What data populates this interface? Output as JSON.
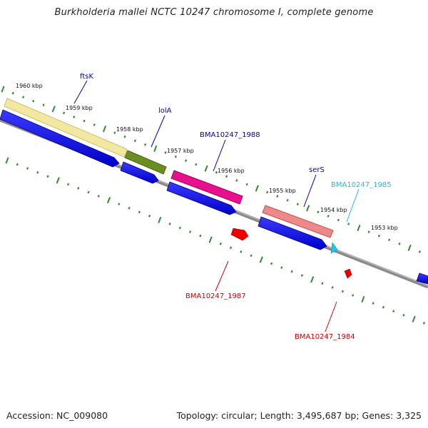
{
  "title": "Burkholderia mallei NCTC 10247 chromosome I, complete genome",
  "footer": {
    "accession": "Accession: NC_009080",
    "stats": "Topology: circular; Length: 3,495,687 bp; Genes: 3,325"
  },
  "colors": {
    "backbone": "#8c8c8c",
    "tick_major": "#2e8b2e",
    "tick_minor": "#2e8b2e",
    "cds_forward": "#0000e6",
    "feature_label_blue": "#0000aa",
    "feature_label_cyan": "#22bbdd",
    "feature_label_red": "#cc0000"
  },
  "scale_ticks": [
    {
      "label": "1960 kbp",
      "kbp": 1960
    },
    {
      "label": "1959 kbp",
      "kbp": 1959
    },
    {
      "label": "1958 kbp",
      "kbp": 1958
    },
    {
      "label": "1957 kbp",
      "kbp": 1957
    },
    {
      "label": "1956 kbp",
      "kbp": 1956
    },
    {
      "label": "1955 kbp",
      "kbp": 1955
    },
    {
      "label": "1954 kbp",
      "kbp": 1954
    },
    {
      "label": "1953 kbp",
      "kbp": 1953
    }
  ],
  "features": [
    {
      "label": "ftsK",
      "color": "#f2e8a0",
      "label_color": "#0000aa"
    },
    {
      "label": "lolA",
      "color": "#6b8e23",
      "label_color": "#0000aa"
    },
    {
      "label": "BMA10247_1988",
      "color": "#e8108c",
      "label_color": "#0000aa"
    },
    {
      "label": "serS",
      "color": "#ee8080",
      "label_color": "#0000aa"
    },
    {
      "label": "BMA10247_1985",
      "color": "#22c4e6",
      "label_color": "#22bbdd"
    },
    {
      "label": "BMA10247_1987",
      "color": "#ee0000",
      "label_color": "#cc0000"
    },
    {
      "label": "BMA10247_1984",
      "color": "#ee0000",
      "label_color": "#cc0000"
    }
  ]
}
